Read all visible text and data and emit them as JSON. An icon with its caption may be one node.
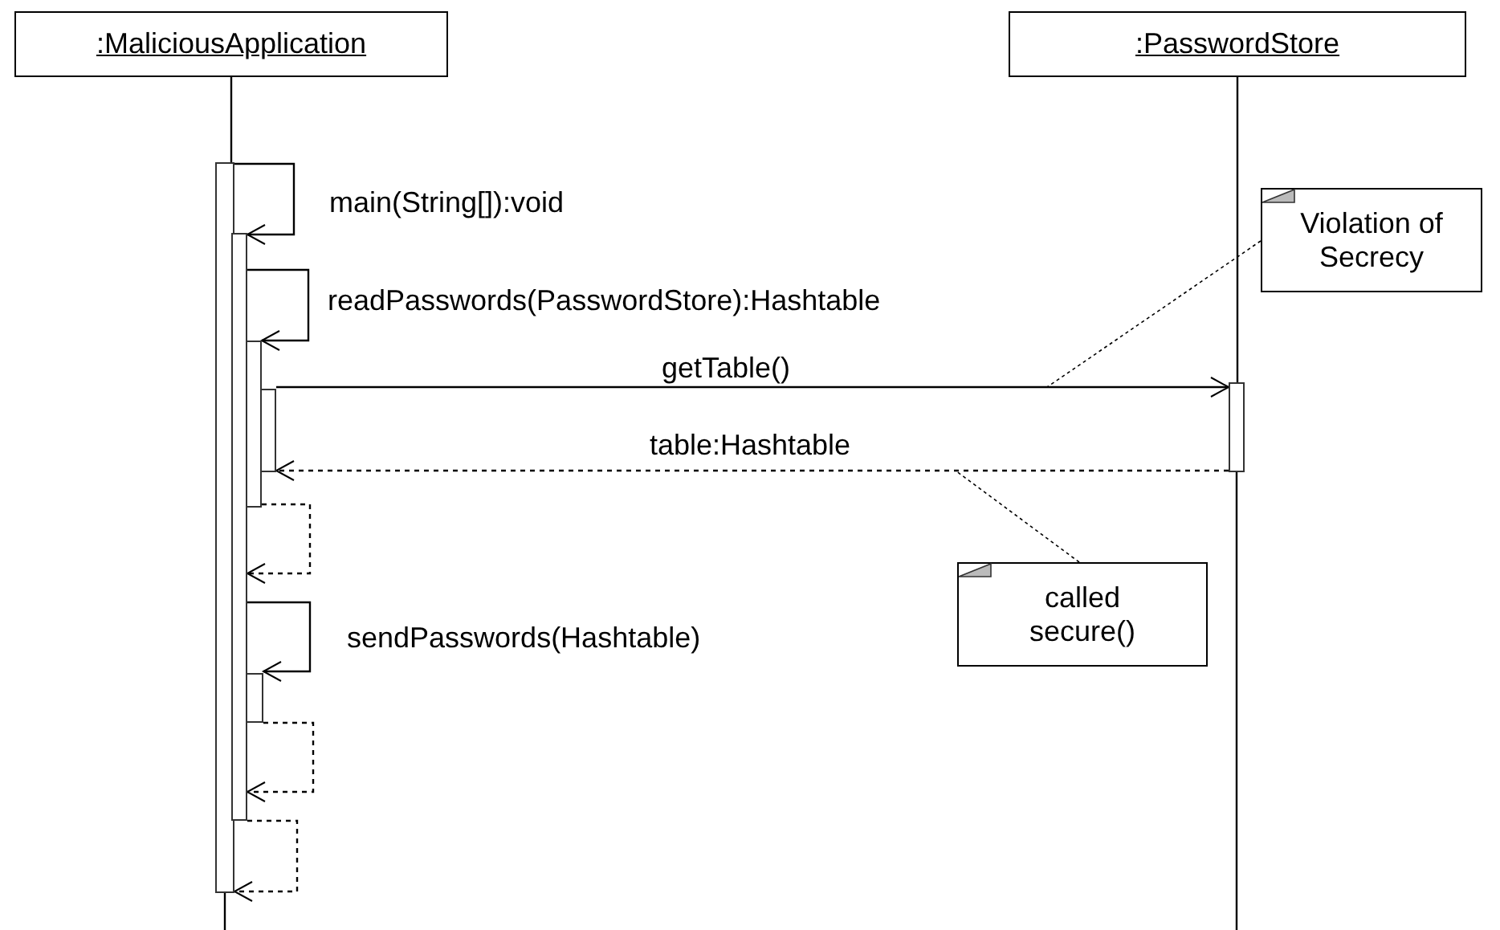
{
  "diagram": {
    "nodes": [
      {
        "text": [
          ":MaliciousApplication"
        ]
      },
      {
        "text": [
          ":PasswordStore"
        ]
      },
      {
        "text": [],
        "shape": "bar"
      },
      {
        "text": [
          "Violation of Secrecy"
        ]
      },
      {
        "text": [],
        "shape": "bar"
      },
      {
        "text": [],
        "shape": "bar"
      },
      {
        "text": [],
        "shape": "bar"
      },
      {
        "text": [],
        "shape": "bar"
      },
      {
        "text": [
          "called secure()"
        ]
      },
      {
        "text": [],
        "shape": "bar"
      }
    ],
    "edges": [
      {
        "from": 0,
        "to": 2,
        "arrow": "none"
      },
      {
        "from": 1,
        "to": 7,
        "arrow": "none"
      },
      {
        "from": 2,
        "to": 4,
        "arrow": "to",
        "label": "main(String[]):void"
      },
      {
        "from": 4,
        "to": 5,
        "arrow": "to",
        "label": "readPasswords(PasswordStore):Hashtable"
      },
      {
        "from": 6,
        "to": 7,
        "arrow": "to",
        "label": "getTable()"
      },
      {
        "from": 7,
        "to": 6,
        "arrow": "to",
        "label": "table:Hashtable",
        "style": "dashed"
      },
      {
        "from": 5,
        "to": 4,
        "arrow": "to",
        "style": "dashed"
      },
      {
        "from": 4,
        "to": 9,
        "arrow": "to",
        "label": "sendPasswords(Hashtable)"
      },
      {
        "from": 9,
        "to": 4,
        "arrow": "to",
        "style": "dashed"
      },
      {
        "from": 4,
        "to": 2,
        "arrow": "to",
        "style": "dashed"
      },
      {
        "from": 3,
        "to": null,
        "arrow": "none",
        "style": "dashed"
      },
      {
        "from": 8,
        "to": null,
        "arrow": "none",
        "style": "dashed"
      }
    ]
  }
}
